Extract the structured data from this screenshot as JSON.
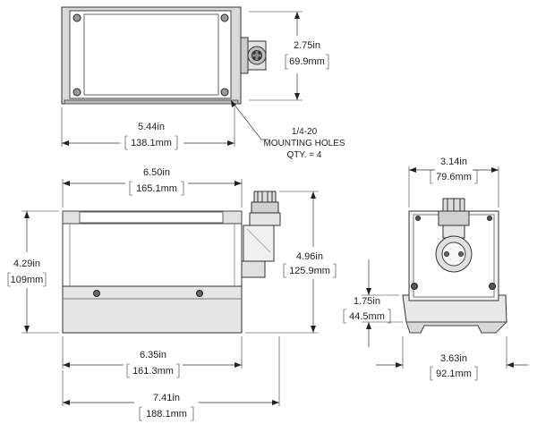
{
  "top_view": {
    "width": {
      "inch": "5.44in",
      "mm": "138.1mm"
    },
    "height": {
      "inch": "2.75in",
      "mm": "69.9mm"
    },
    "note": {
      "line1": "1/4-20",
      "line2": "MOUNTING HOLES",
      "line3": "QTY. = 4"
    }
  },
  "front_view": {
    "overall_width": {
      "inch": "6.50in",
      "mm": "165.1mm"
    },
    "height": {
      "inch": "4.29in",
      "mm": "109mm"
    },
    "connector_height": {
      "inch": "4.96in",
      "mm": "125.9mm"
    },
    "base_width": {
      "inch": "6.35in",
      "mm": "161.3mm"
    },
    "total_width": {
      "inch": "7.41in",
      "mm": "188.1mm"
    }
  },
  "side_view": {
    "top_width": {
      "inch": "3.14in",
      "mm": "79.6mm"
    },
    "base_height": {
      "inch": "1.75in",
      "mm": "44.5mm"
    },
    "base_width": {
      "inch": "3.63in",
      "mm": "92.1mm"
    }
  }
}
